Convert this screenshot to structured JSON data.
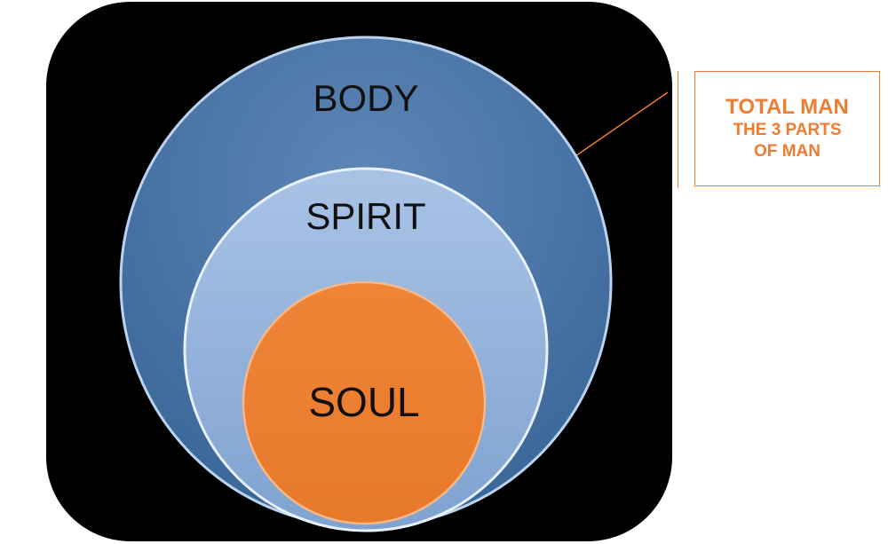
{
  "diagram": {
    "layers": [
      {
        "id": "outer",
        "label": "BODY",
        "color": "#4f7bad"
      },
      {
        "id": "middle",
        "label": "SPIRIT",
        "color": "#8fb0dc"
      },
      {
        "id": "inner",
        "label": "SOUL",
        "color": "#ed7d31"
      }
    ],
    "background": "#000000",
    "outline": "#bcd3ef"
  },
  "callout": {
    "title": "TOTAL MAN",
    "subtitle": "THE 3 PARTS OF MAN",
    "color": "#ed7d31"
  }
}
